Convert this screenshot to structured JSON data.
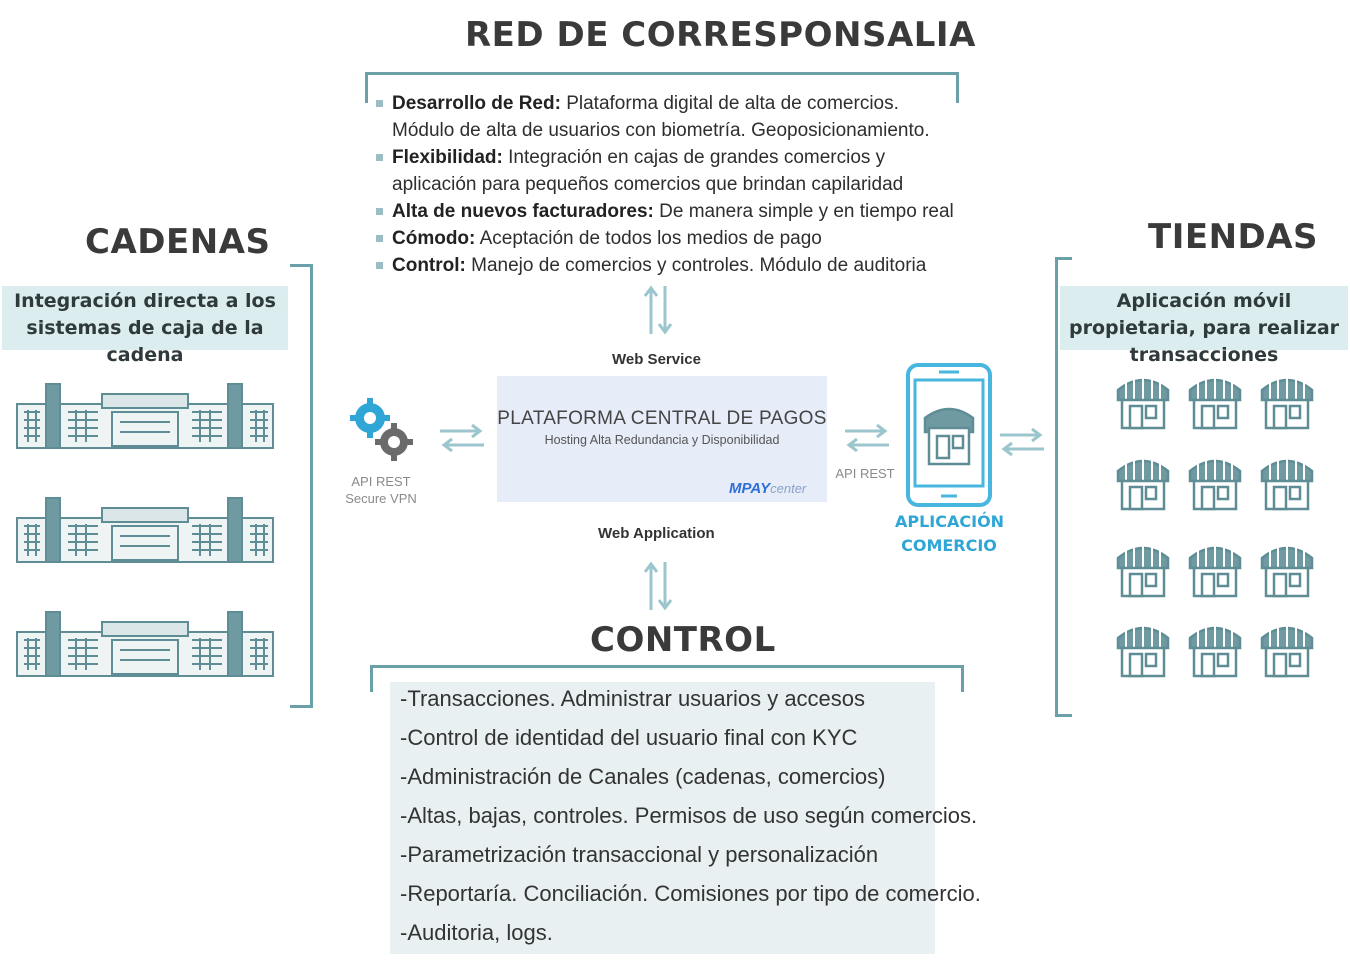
{
  "titles": {
    "red": "RED DE CORRESPONSALIA",
    "cadenas": "CADENAS",
    "tiendas": "TIENDAS",
    "control": "CONTROL"
  },
  "red_items": [
    {
      "bold": "Desarrollo de Red:",
      "text": " Plataforma digital de alta de comercios. Módulo de alta de usuarios con biometría. Geoposicionamiento."
    },
    {
      "bold": "Flexibilidad:",
      "text": " Integración en cajas de grandes comercios y aplicación para pequeños comercios que brindan capilaridad"
    },
    {
      "bold": "Alta de nuevos facturadores:",
      "text": " De manera simple y en tiempo real"
    },
    {
      "bold": "Cómodo:",
      "text": " Aceptación de todos los medios de pago"
    },
    {
      "bold": "Control:",
      "text": " Manejo de comercios y controles. Módulo de auditoria"
    }
  ],
  "cadenas_band": "Integración directa a los sistemas de caja de la cadena",
  "tiendas_band": "Aplicación móvil propietaria, para realizar transacciones",
  "api_rest_left": "API REST",
  "secure_vpn": "Secure VPN",
  "web_service": "Web Service",
  "web_application": "Web Application",
  "central_title": "PLATAFORMA CENTRAL DE PAGOS",
  "central_sub": "Hosting Alta Redundancia y Disponibilidad",
  "brand_bold": "MPAY",
  "brand_light": "center",
  "api_rest_right": "API REST",
  "app_label_1": "APLICACIÓN",
  "app_label_2": "COMERCIO",
  "control_items": [
    "-Transacciones. Administrar usuarios y accesos",
    "-Control de identidad del usuario final con KYC",
    "-Administración de Canales (cadenas, comercios)",
    "-Altas, bajas, controles. Permisos de uso según comercios.",
    "-Parametrización transaccional y personalización",
    "-Reportaría. Conciliación. Comisiones por tipo de comercio.",
    "-Auditoria, logs."
  ],
  "colors": {
    "teal": "#6aa0a8",
    "accent_blue": "#2fa6d6",
    "band": "#dcedf0",
    "central_bg": "#e6ecf8"
  },
  "icons": [
    "building-icon",
    "gears-icon",
    "smartphone-icon",
    "store-icon",
    "arrow-icon"
  ]
}
